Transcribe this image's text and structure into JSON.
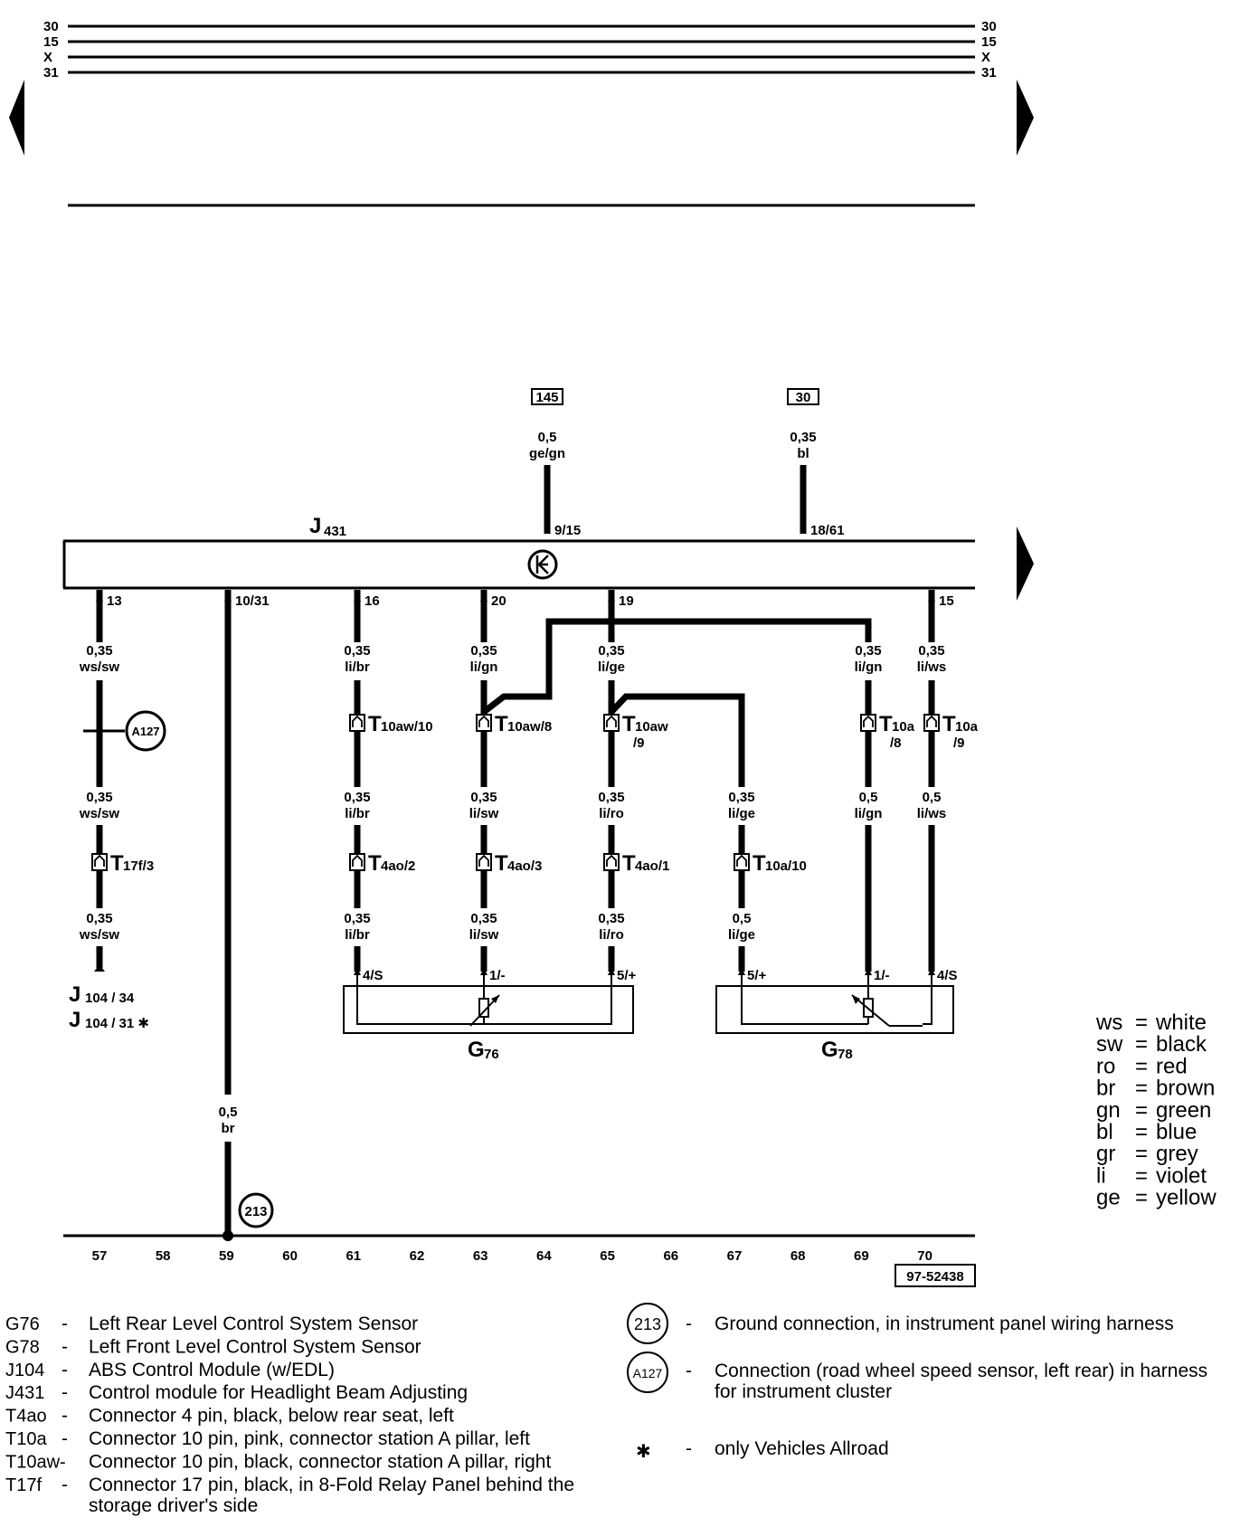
{
  "rails": [
    {
      "label": "30"
    },
    {
      "label": "15"
    },
    {
      "label": "X"
    },
    {
      "label": "31"
    }
  ],
  "top_terminals": [
    {
      "box": "145",
      "size": "0,5",
      "color": "ge/gn",
      "pin": "9/15"
    },
    {
      "box": "30",
      "size": "0,35",
      "color": "bl",
      "pin": "18/61"
    }
  ],
  "control_module": {
    "letter": "J",
    "number": "431",
    "symbol": "⟴"
  },
  "module_pins": [
    "13",
    "10/31",
    "16",
    "20",
    "19",
    "15"
  ],
  "wires": {
    "w13": {
      "s1": "0,35",
      "c1": "ws/sw",
      "s2": "0,35",
      "c2": "ws/sw",
      "s3": "0,35",
      "c3": "ws/sw"
    },
    "w1031": {
      "s": "0,5",
      "c": "br"
    },
    "w16": {
      "s1": "0,35",
      "c1": "li/br",
      "s2": "0,35",
      "c2": "li/br",
      "s3": "0,35",
      "c3": "li/br"
    },
    "w20": {
      "s1": "0,35",
      "c1": "li/gn",
      "s2": "0,35",
      "c2": "li/sw",
      "s3": "0,35",
      "c3": "li/sw"
    },
    "w19": {
      "s1": "0,35",
      "c1": "li/ge",
      "s2": "0,35",
      "c2": "li/ro",
      "s3": "0,35",
      "c3": "li/ro"
    },
    "w67": {
      "s1": "0,35",
      "c1": "li/ge",
      "s2": "0,5",
      "c2": "li/ge"
    },
    "w69": {
      "s1": "0,35",
      "c1": "li/gn",
      "s2": "0,5",
      "c2": "li/gn"
    },
    "w15": {
      "s1": "0,35",
      "c1": "li/ws",
      "s2": "0,5",
      "c2": "li/ws"
    }
  },
  "connectors": {
    "t10aw10": {
      "main": "T",
      "sub": "10aw/10"
    },
    "t10aw8": {
      "main": "T",
      "sub": "10aw/8"
    },
    "t10aw9": {
      "main": "T",
      "sub": "10aw",
      "sub2": "/9"
    },
    "t10a8": {
      "main": "T",
      "sub": "10a",
      "sub2": "/8"
    },
    "t10a9": {
      "main": "T",
      "sub": "10a",
      "sub2": "/9"
    },
    "t17f3": {
      "main": "T",
      "sub": "17f/3"
    },
    "t4ao2": {
      "main": "T",
      "sub": "4ao/2"
    },
    "t4ao3": {
      "main": "T",
      "sub": "4ao/3"
    },
    "t4ao1": {
      "main": "T",
      "sub": "4ao/1"
    },
    "t10a10": {
      "main": "T",
      "sub": "10a/10"
    }
  },
  "ground": {
    "id": "213"
  },
  "connection": {
    "id": "A127"
  },
  "j104": {
    "letter": "J",
    "line1": "104 / 34",
    "line2": "104 / 31 ✱"
  },
  "sensors": {
    "g76": {
      "letter": "G",
      "number": "76",
      "pins": [
        "4/S",
        "1/-",
        "5/+"
      ]
    },
    "g78": {
      "letter": "G",
      "number": "78",
      "pins": [
        "5/+",
        "1/-",
        "4/S"
      ]
    }
  },
  "grid_numbers": [
    "57",
    "58",
    "59",
    "60",
    "61",
    "62",
    "63",
    "64",
    "65",
    "66",
    "67",
    "68",
    "69",
    "70"
  ],
  "diagram_id": "97-52438",
  "color_legend": [
    {
      "code": "ws",
      "eq": "=",
      "name": "white"
    },
    {
      "code": "sw",
      "eq": "=",
      "name": "black"
    },
    {
      "code": "ro",
      "eq": "=",
      "name": "red"
    },
    {
      "code": "br",
      "eq": "=",
      "name": "brown"
    },
    {
      "code": "gn",
      "eq": "=",
      "name": "green"
    },
    {
      "code": "bl",
      "eq": "=",
      "name": "blue"
    },
    {
      "code": "gr",
      "eq": "=",
      "name": "grey"
    },
    {
      "code": "li",
      "eq": "=",
      "name": "violet"
    },
    {
      "code": "ge",
      "eq": "=",
      "name": "yellow"
    }
  ],
  "components_left": [
    {
      "code": "G76",
      "dash": "-",
      "text": "Left Rear Level Control System Sensor"
    },
    {
      "code": "G78",
      "dash": "-",
      "text": "Left Front Level Control System Sensor"
    },
    {
      "code": "J104",
      "dash": "-",
      "text": "ABS Control Module (w/EDL)"
    },
    {
      "code": "J431",
      "dash": "-",
      "text": "Control module for Headlight Beam Adjusting"
    },
    {
      "code": "T4ao",
      "dash": "-",
      "text": "Connector 4 pin, black, below rear seat, left"
    },
    {
      "code": "T10a",
      "dash": "-",
      "text": "Connector 10 pin, pink, connector station A pillar, left"
    },
    {
      "code": "T10aw-",
      "dash": "",
      "text": "Connector 10 pin, black, connector station A pillar, right"
    },
    {
      "code": "T17f",
      "dash": "-",
      "text": "Connector 17 pin, black, in 8-Fold Relay Panel behind the",
      "text2": "storage driver's side"
    }
  ],
  "components_right": [
    {
      "symbol": "213",
      "dash": "-",
      "text": "Ground connection, in instrument panel wiring harness"
    },
    {
      "symbol": "A127",
      "dash": "-",
      "text": "Connection (road wheel speed sensor, left rear) in harness",
      "text2": "for instrument cluster"
    },
    {
      "symbol": "✱",
      "dash": "-",
      "text": "only Vehicles Allroad"
    }
  ]
}
